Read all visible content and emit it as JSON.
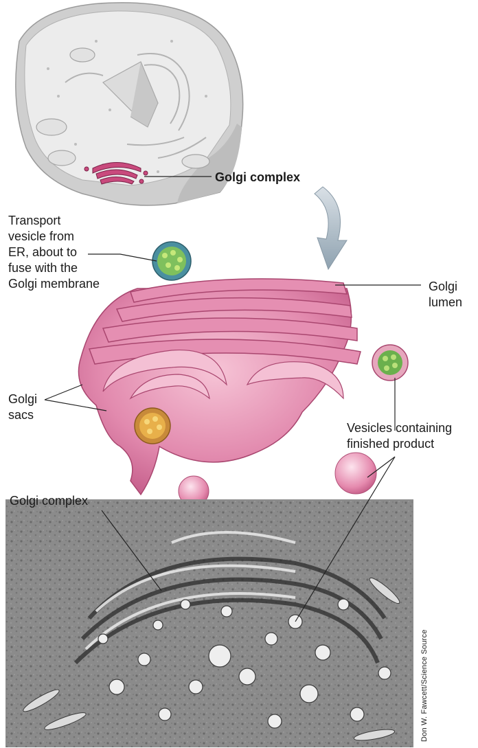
{
  "labels": {
    "golgi_complex_top": "Golgi complex",
    "transport_vesicle": "Transport\nvesicle from\nER, about to\nfuse with the\nGolgi membrane",
    "golgi_lumen": "Golgi\nlumen",
    "golgi_sacs": "Golgi\nsacs",
    "vesicles_finished": "Vesicles containing\nfinished product",
    "golgi_complex_micrograph": "Golgi complex"
  },
  "credit": "Don W. Fawcett/Science Source",
  "colors": {
    "cell_gray": "#d8d8d8",
    "golgi_pink": "#d96a96",
    "golgi_light": "#f2b6cc",
    "vesicle_green": "#6bb04d",
    "vesicle_yellow": "#e0a52c",
    "arrow_gray": "#9fb0bc"
  }
}
